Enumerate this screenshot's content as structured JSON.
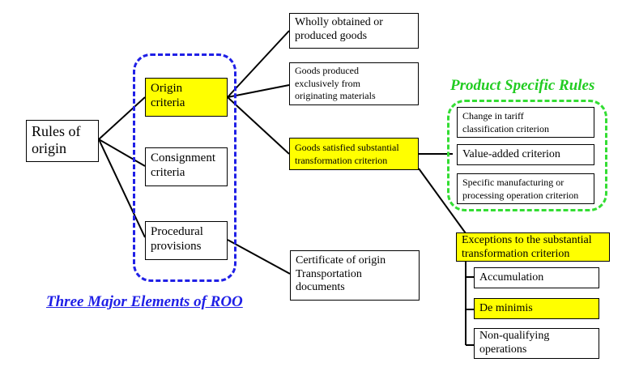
{
  "root": {
    "lines": [
      "Rules of",
      "origin"
    ]
  },
  "elements": {
    "origin": {
      "lines": [
        "Origin",
        "criteria"
      ],
      "highlight": true
    },
    "consignment": {
      "lines": [
        "Consignment",
        "criteria"
      ]
    },
    "procedural": {
      "lines": [
        "Procedural",
        "provisions"
      ]
    }
  },
  "criteria": {
    "wholly": {
      "lines": [
        "Wholly obtained or",
        "produced goods"
      ]
    },
    "exclusively": {
      "lines": [
        "Goods produced",
        "exclusively from",
        "originating materials"
      ]
    },
    "substantial": {
      "lines": [
        "Goods satisfied substantial",
        "transformation criterion"
      ],
      "highlight": true
    }
  },
  "certificate": {
    "lines": [
      "Certificate of origin",
      "Transportation",
      "documents"
    ]
  },
  "psr": {
    "title": "Product Specific Rules",
    "items": [
      {
        "lines": [
          "Change in tariff",
          "classification criterion"
        ]
      },
      {
        "lines": [
          "Value-added criterion"
        ]
      },
      {
        "lines": [
          "Specific manufacturing or",
          "processing operation criterion"
        ]
      }
    ]
  },
  "exceptions": {
    "header": {
      "lines": [
        "Exceptions to the substantial",
        "transformation criterion"
      ],
      "highlight": true
    },
    "items": [
      {
        "lines": [
          "Accumulation"
        ]
      },
      {
        "lines": [
          "De minimis"
        ],
        "highlight": true
      },
      {
        "lines": [
          "Non-qualifying",
          "operations"
        ]
      }
    ]
  },
  "caption": "Three Major Elements of ROO",
  "colors": {
    "highlight": "#ffff00",
    "blue_frame": "#1f1fe6",
    "green_frame": "#33dd33"
  }
}
